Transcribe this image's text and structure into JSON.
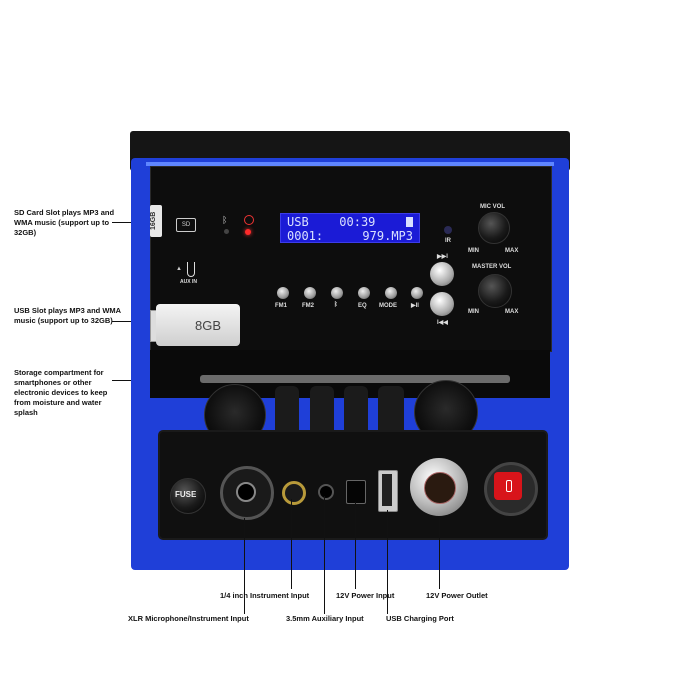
{
  "callouts_left": {
    "sd_card": "SD Card Slot plays MP3 and WMA music (support up to 32GB)",
    "usb_slot": "USB Slot plays MP3 and WMA music (support up to 32GB)",
    "storage": "Storage compartment for smartphones or other electronic devices to keep from moisture and water splash"
  },
  "lcd": {
    "source": "USB",
    "time": "00:39",
    "track": "0001:",
    "file": "979.MP3"
  },
  "buttons": [
    "FM1",
    "FM2",
    "EQ",
    "MODE"
  ],
  "labels": {
    "ir": "IR",
    "mic_vol": "MIC VOL",
    "master_vol": "MASTER VOL",
    "min": "MIN",
    "max": "MAX",
    "aux_in": "AUX IN",
    "fuse": "FUSE",
    "usb_capacity": "8GB",
    "sd_card": "16GB"
  },
  "callouts_bottom": {
    "xlr": "XLR Microphone/Instrument Input",
    "quarter_inch": "1/4 inch Instrument Input",
    "aux": "3.5mm Auxiliary Input",
    "power_in": "12V Power Input",
    "usb_charge": "USB Charging Port",
    "power_out": "12V Power Outlet"
  },
  "colors": {
    "shell_blue": "#1f3fd8",
    "lcd_blue": "#1b1bd6",
    "switch_red": "#d8141a"
  },
  "icons": [
    "bluetooth-icon",
    "play-pause-icon",
    "next-track-icon",
    "prev-track-icon",
    "sd-card-icon",
    "aux-jack-icon"
  ]
}
